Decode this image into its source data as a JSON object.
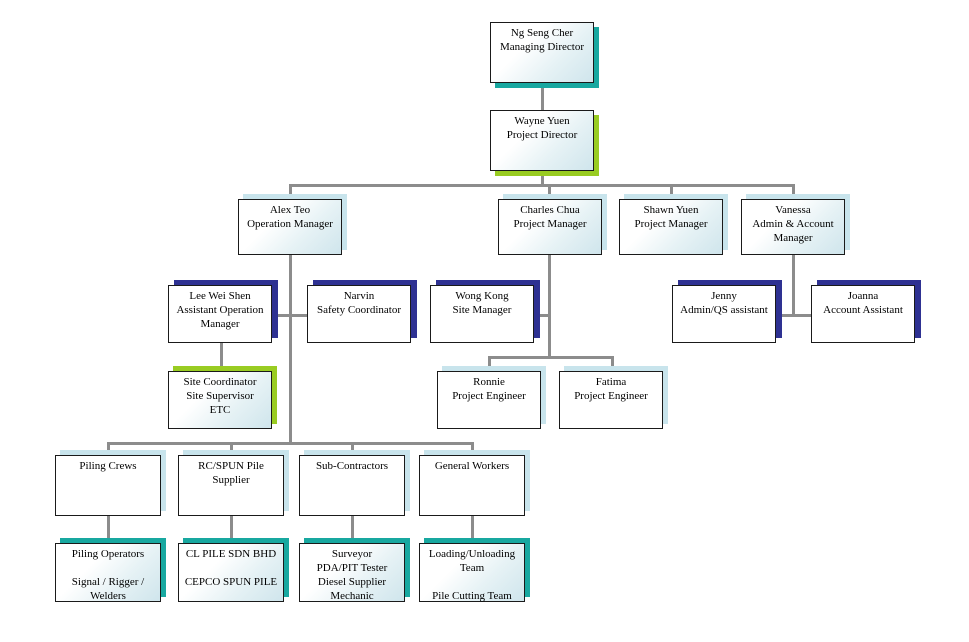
{
  "nodes": {
    "md": "Ng Seng Cher\nManaging Director",
    "pd": "Wayne Yuen\nProject Director",
    "alex": "Alex Teo\nOperation Manager",
    "charles": "Charles Chua\nProject Manager",
    "shawn": "Shawn Yuen\nProject Manager",
    "vanessa": "Vanessa\nAdmin & Account\nManager",
    "leeweishen": "Lee Wei Shen\nAssistant Operation\nManager",
    "narvin": "Narvin\nSafety Coordinator",
    "wongkong": "Wong Kong\nSite Manager",
    "jenny": "Jenny\nAdmin/QS assistant",
    "joanna": "Joanna\nAccount Assistant",
    "sitecoord": "Site Coordinator\nSite Supervisor\nETC",
    "ronnie": "Ronnie\nProject Engineer",
    "fatima": "Fatima\nProject Engineer",
    "piling_crews": "Piling Crews",
    "rcspun": "RC/SPUN Pile\nSupplier",
    "subcon": "Sub-Contractors",
    "general": "General Workers",
    "piling_ops": "Piling Operators\n\nSignal / Rigger /\nWelders",
    "clpile": "CL PILE SDN BHD\n\nCEPCO SPUN PILE",
    "surveyor": "Surveyor\nPDA/PIT Tester\nDiesel Supplier\nMechanic",
    "loading": "Loading/Unloading\nTeam\n\nPile Cutting Team"
  }
}
